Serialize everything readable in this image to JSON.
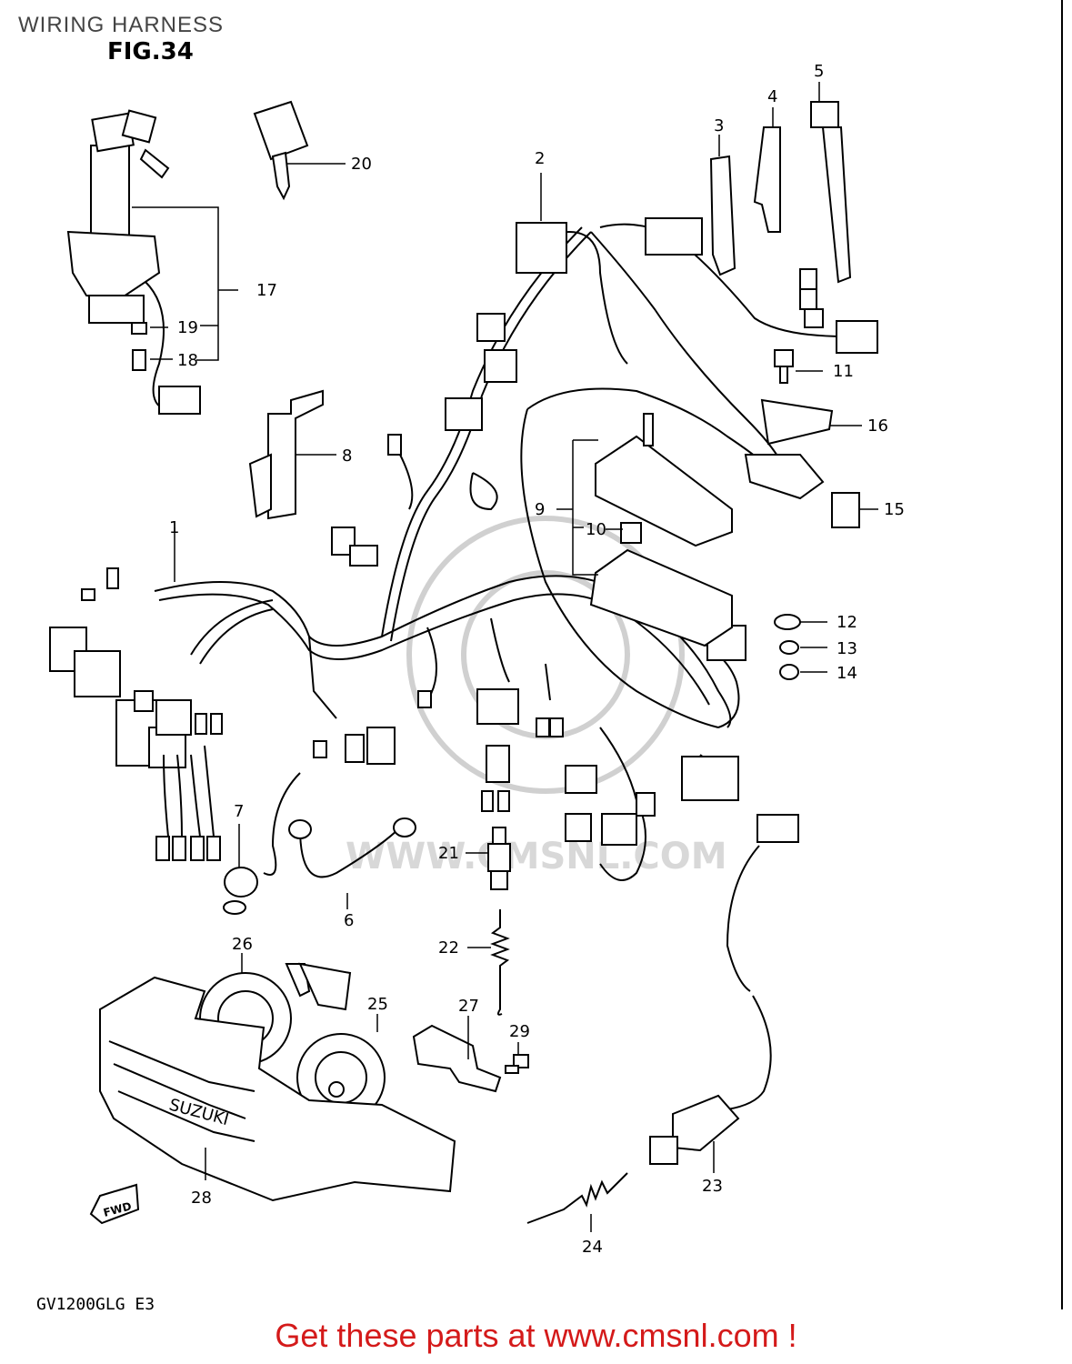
{
  "header": {
    "title": "WIRING HARNESS",
    "figure": "FIG.34"
  },
  "footer": {
    "model": "GV1200GLG E3",
    "cta": "Get these parts at www.cmsnl.com !"
  },
  "watermark": {
    "text": "WWW.CMSNL.COM"
  },
  "parts": {
    "p1": "1",
    "p2": "2",
    "p3": "3",
    "p4": "4",
    "p5": "5",
    "p6": "6",
    "p7": "7",
    "p8": "8",
    "p9": "9",
    "p10": "10",
    "p11": "11",
    "p12": "12",
    "p13": "13",
    "p14": "14",
    "p15": "15",
    "p16": "16",
    "p17": "17",
    "p18": "18",
    "p19": "19",
    "p20": "20",
    "p21": "21",
    "p22": "22",
    "p23": "23",
    "p24": "24",
    "p25": "25",
    "p26": "26",
    "p27": "27",
    "p28": "28",
    "p29": "29"
  },
  "branding": {
    "horn_cover_text": "SUZUKI",
    "fwd_arrow_text": "FWD"
  }
}
